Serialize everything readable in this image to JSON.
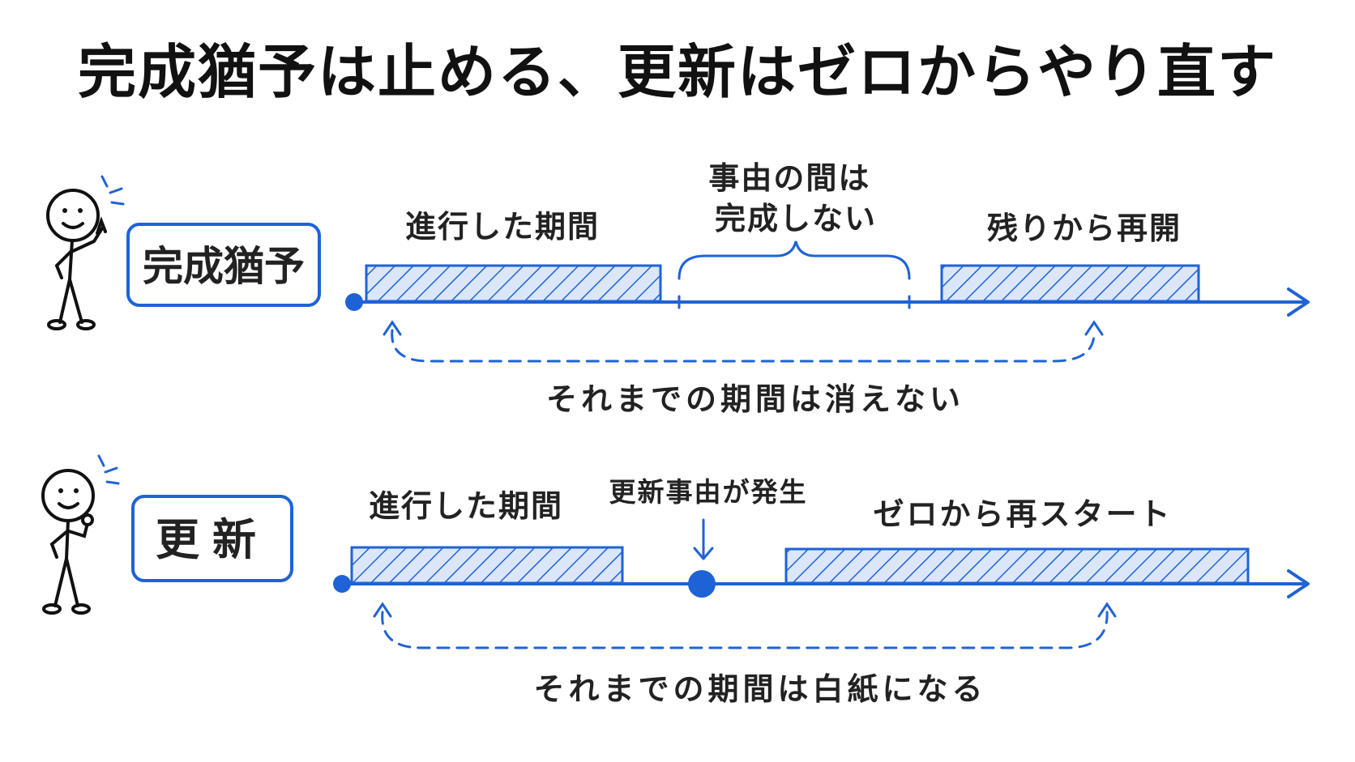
{
  "title": "完成猶予は止める、更新はゼロからやり直す",
  "colors": {
    "accent": "#1e63d6",
    "hatch_fill": "#dbe6fb",
    "text": "#222222"
  },
  "rows": [
    {
      "label": "完成猶予",
      "segments": [
        {
          "label": "進行した期間",
          "kind": "hatched-bar"
        },
        {
          "label": "事由の間は\n完成しない",
          "kind": "brace-gap"
        },
        {
          "label": "残りから再開",
          "kind": "hatched-bar"
        }
      ],
      "bottom_caption": "それまでの期間は消えない"
    },
    {
      "label": "更新",
      "segments": [
        {
          "label": "進行した期間",
          "kind": "hatched-bar"
        },
        {
          "label": "更新事由が発生",
          "kind": "event-point"
        },
        {
          "label": "ゼロから再スタート",
          "kind": "hatched-bar"
        }
      ],
      "bottom_caption": "それまでの期間は白紙になる"
    }
  ]
}
